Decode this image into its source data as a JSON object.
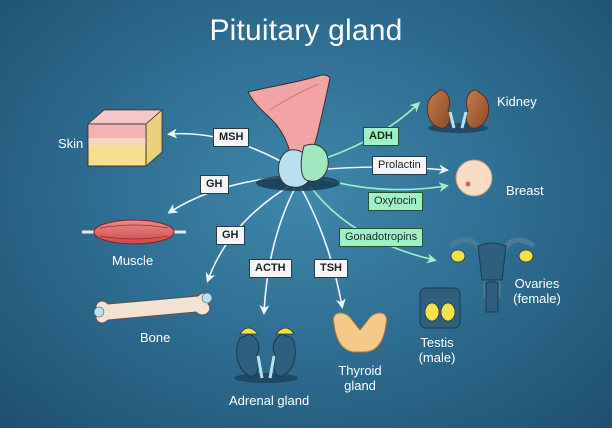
{
  "title": "Pituitary gland",
  "organs": {
    "skin": "Skin",
    "muscle": "Muscle",
    "bone": "Bone",
    "adrenal": "Adrenal gland",
    "thyroid_line1": "Thyroid",
    "thyroid_line2": "gland",
    "testis_line1": "Testis",
    "testis_line2": "(male)",
    "ovaries_line1": "Ovaries",
    "ovaries_line2": "(female)",
    "breast": "Breast",
    "kidney": "Kidney"
  },
  "hormones": {
    "msh": "MSH",
    "gh_upper": "GH",
    "gh_lower": "GH",
    "acth": "ACTH",
    "tsh": "TSH",
    "adh": "ADH",
    "prolactin": "Prolactin",
    "oxytocin": "Oxytocin",
    "gonadotropins": "Gonadotropins"
  },
  "colors": {
    "background": "#2f6f93",
    "anterior_lobe": "#b9e0f0",
    "posterior_lobe": "#9fe8c0",
    "hypothalamus": "#f2a3a3",
    "white_arrow": "#f3f6f8",
    "green_arrow": "#9ff0c3"
  }
}
